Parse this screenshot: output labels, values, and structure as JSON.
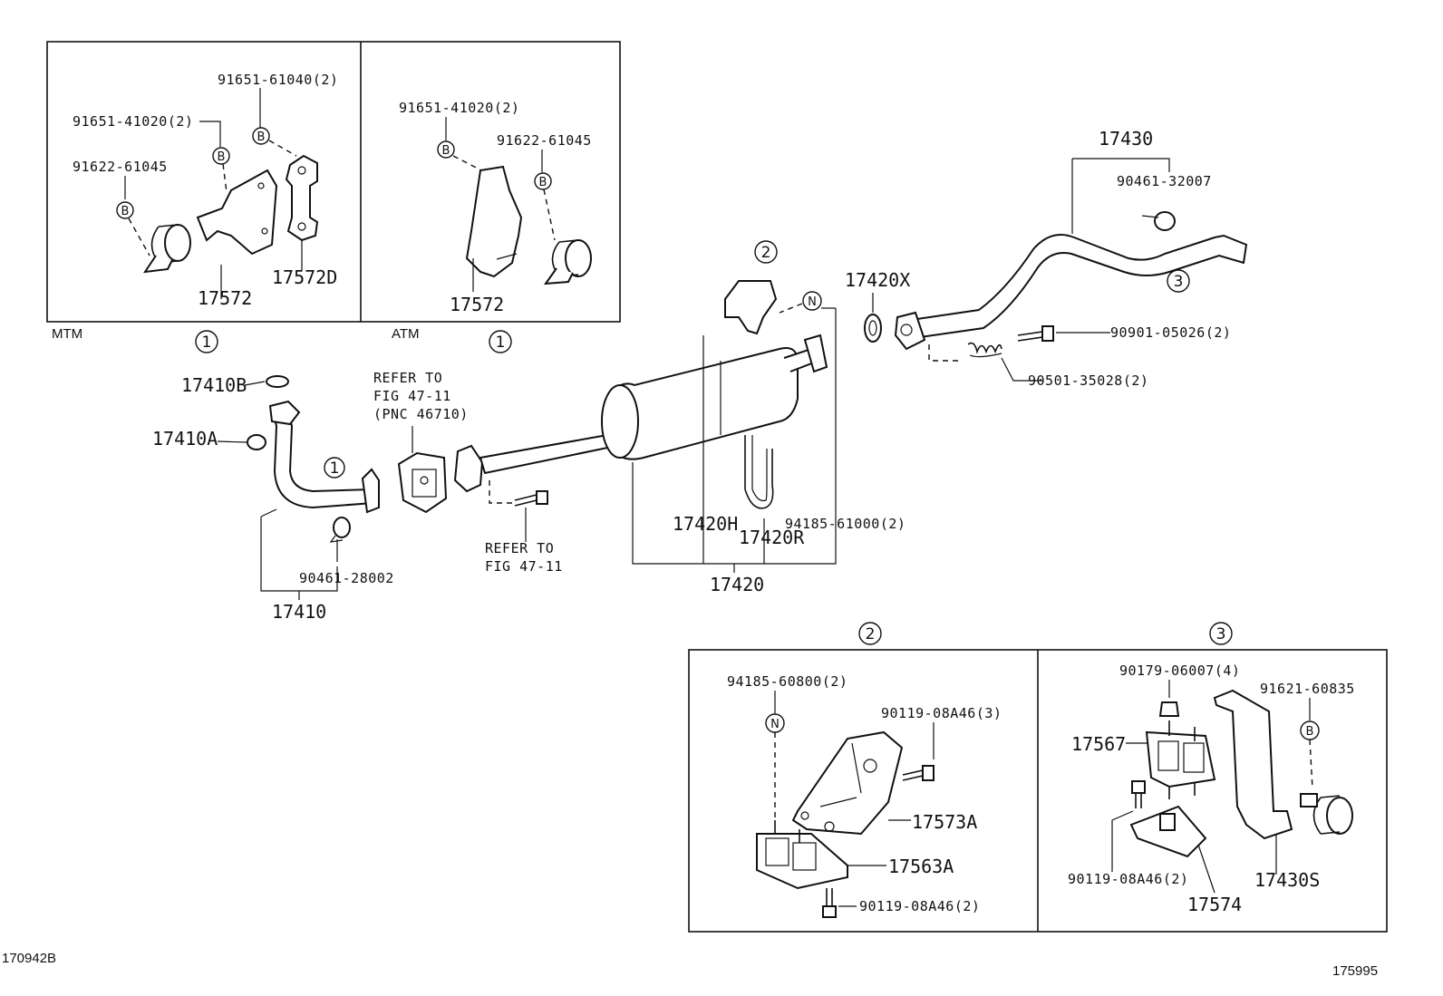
{
  "diagram": {
    "drawing_id_left": "170942B",
    "drawing_id_right": "175995",
    "inset_mtm": {
      "label": "MTM",
      "ref": "1",
      "parts": {
        "bolt_a": "91651-61040(2)",
        "bolt_b": "91651-41020(2)",
        "bolt_c": "91622-61045",
        "hanger": "17572",
        "bracket": "17572D"
      }
    },
    "inset_atm": {
      "label": "ATM",
      "ref": "1",
      "parts": {
        "bolt_b": "91651-41020(2)",
        "bolt_c": "91622-61045",
        "hanger": "17572"
      }
    },
    "main": {
      "p17410B": "17410B",
      "p17410A": "17410A",
      "p17410": "17410",
      "p90461_28002": "90461-28002",
      "refer_text_1": "REFER TO",
      "refer_text_2": "FIG 47-11",
      "refer_text_3": "(PNC 46710)",
      "refer2_text_1": "REFER TO",
      "refer2_text_2": "FIG 47-11",
      "p17420H": "17420H",
      "p17420R": "17420R",
      "p17420": "17420",
      "p94185_61000": "94185-61000(2)",
      "p17420X": "17420X",
      "p17430": "17430",
      "p90461_32007": "90461-32007",
      "p90901_05026": "90901-05026(2)",
      "p90501_35028": "90501-35028(2)",
      "ref1": "1",
      "ref2": "2",
      "ref3": "3",
      "mark_n": "N"
    },
    "detail2": {
      "ref": "2",
      "p94185_60800": "94185-60800(2)",
      "p90119_08A46_3": "90119-08A46(3)",
      "p17573A": "17573A",
      "p17563A": "17563A",
      "p90119_08A46_2": "90119-08A46(2)",
      "mark_n": "N"
    },
    "detail3": {
      "ref": "3",
      "p90179_06007": "90179-06007(4)",
      "p91621_60835": "91621-60835",
      "p17567": "17567",
      "p90119_08A46_2": "90119-08A46(2)",
      "p17574": "17574",
      "p17430S": "17430S"
    },
    "mark_b": "B"
  }
}
